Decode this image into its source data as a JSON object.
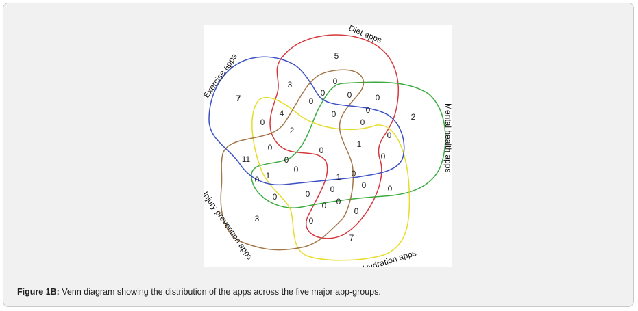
{
  "diagram": {
    "sets": [
      {
        "label": "Diet apps",
        "color": "#d6373b"
      },
      {
        "label": "Mental health apps",
        "color": "#3bab3f"
      },
      {
        "label": "Hydration apps",
        "color": "#e6dd2a"
      },
      {
        "label": "Injury prevention apps",
        "color": "#a27648"
      },
      {
        "label": "Exercise apps",
        "color": "#3a50c4"
      }
    ],
    "region_counts": [
      "5",
      "2",
      "7",
      "3",
      "7",
      "3",
      "0",
      "0",
      "0",
      "0",
      "0",
      "0",
      "0",
      "4",
      "0",
      "2",
      "0",
      "0",
      "0",
      "1",
      "0",
      "0",
      "0",
      "0",
      "0",
      "1",
      "11",
      "0",
      "0",
      "0",
      "0",
      "0",
      "1",
      "0",
      "0",
      "0",
      "0",
      "0"
    ]
  },
  "caption": {
    "label": "Figure 1B:",
    "text": " Venn diagram showing the distribution of the apps across the five major app-groups."
  }
}
